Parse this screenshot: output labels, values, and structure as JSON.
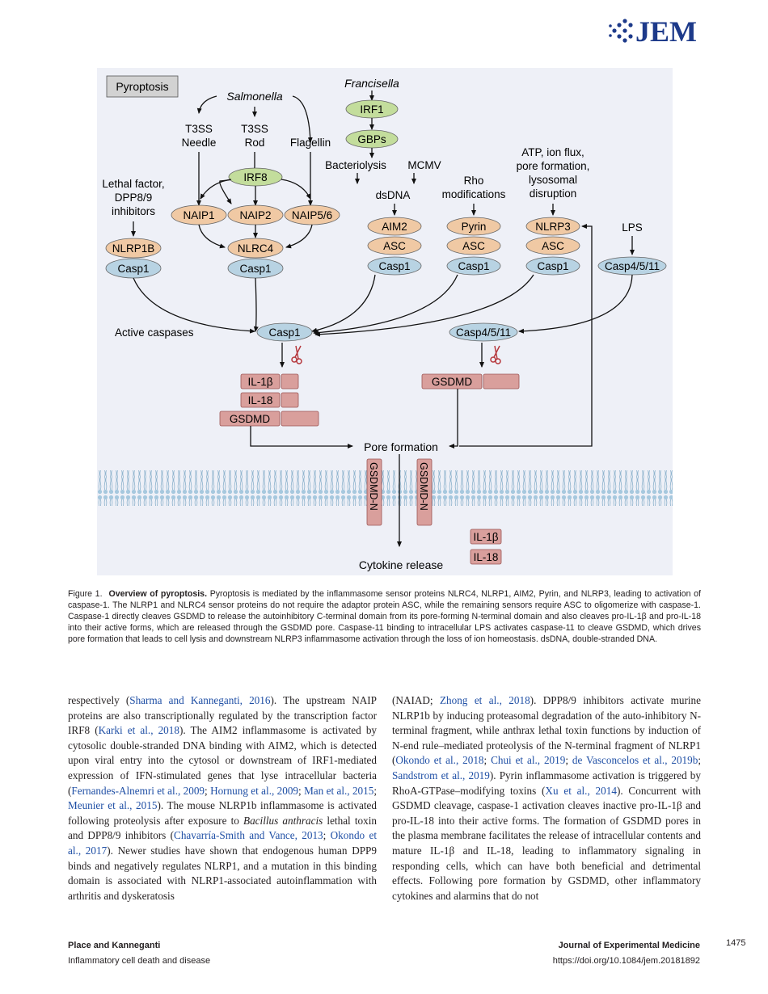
{
  "journal": {
    "logo_text": "JEM",
    "logo_color": "#1d3a8a"
  },
  "figure": {
    "pyroptosis_box": "Pyroptosis",
    "salmonella": "Salmonella",
    "t3ss_needle_1": "T3SS",
    "t3ss_needle_2": "Needle",
    "t3ss_rod_1": "T3SS",
    "t3ss_rod_2": "Rod",
    "flagellin": "Flagellin",
    "francisella": "Francisella",
    "irf1": "IRF1",
    "gbps": "GBPs",
    "bacteriolysis": "Bacteriolysis",
    "mcmv": "MCMV",
    "dsdna": "dsDNA",
    "rho_1": "Rho",
    "rho_2": "modifications",
    "atp_1": "ATP, ion flux,",
    "atp_2": "pore formation,",
    "atp_3": "lysosomal",
    "atp_4": "disruption",
    "lps": "LPS",
    "lethal_1": "Lethal factor,",
    "lethal_2": "DPP8/9",
    "lethal_3": "inhibitors",
    "irf8": "IRF8",
    "naip1": "NAIP1",
    "naip2": "NAIP2",
    "naip56": "NAIP5/6",
    "nlrc4": "NLRC4",
    "nlrp1b": "NLRP1B",
    "aim2": "AIM2",
    "pyrin": "Pyrin",
    "nlrp3": "NLRP3",
    "asc": "ASC",
    "casp1": "Casp1",
    "casp4511": "Casp4/5/11",
    "active_caspases": "Active caspases",
    "il1b": "IL-1β",
    "il18": "IL-18",
    "gsdmd": "GSDMD",
    "pore_formation": "Pore formation",
    "gsdmd_n": "GSDMD-N",
    "cytokine_release": "Cytokine release",
    "colors": {
      "background": "#eef0f7",
      "salmon": "#f0c9a4",
      "green": "#c3dd9c",
      "blue": "#b8d3e3",
      "pink_box": "#d99f9c",
      "pink_stroke": "#9c5554",
      "membrane": "#a6c8de",
      "scissors": "#b5373c"
    }
  },
  "caption": {
    "label": "Figure 1.",
    "title": "Overview of pyroptosis.",
    "body": "Pyroptosis is mediated by the inflammasome sensor proteins NLRC4, NLRP1, AIM2, Pyrin, and NLRP3, leading to activation of caspase-1. The NLRP1 and NLRC4 sensor proteins do not require the adaptor protein ASC, while the remaining sensors require ASC to oligomerize with caspase-1. Caspase-1 directly cleaves GSDMD to release the autoinhibitory C-terminal domain from its pore-forming N-terminal domain and also cleaves pro-IL-1β and pro-IL-18 into their active forms, which are released through the GSDMD pore. Caspase-11 binding to intracellular LPS activates caspase-11 to cleave GSDMD, which drives pore formation that leads to cell lysis and downstream NLRP3 inflammasome activation through the loss of ion homeostasis. dsDNA, double-stranded DNA."
  },
  "left_column": {
    "t1": "respectively (",
    "r1": "Sharma and Kanneganti, 2016",
    "t2": "). The upstream NAIP proteins are also transcriptionally regulated by the transcription factor IRF8 (",
    "r2": "Karki et al., 2018",
    "t3": "). The AIM2 inflammasome is activated by cytosolic double-stranded DNA binding with AIM2, which is detected upon viral entry into the cytosol or downstream of IRF1-mediated expression of IFN-stimulated genes that lyse intracellular bacteria (",
    "r3": "Fernandes-Alnemri et al., 2009",
    "t4": "; ",
    "r4": "Hornung et al., 2009",
    "t5": "; ",
    "r5": "Man et al., 2015",
    "t6": "; ",
    "r6": "Meunier et al., 2015",
    "t7": "). The mouse NLRP1b inflammasome is activated following proteolysis after exposure to ",
    "i1": "Bacillus anthracis",
    "t8": " lethal toxin and DPP8/9 inhibitors (",
    "r7": "Chavarría-Smith and Vance, 2013",
    "t9": "; ",
    "r8": "Okondo et al., 2017",
    "t10": "). Newer studies have shown that endogenous human DPP9 binds and negatively regulates NLRP1, and a mutation in this binding domain is associated with NLRP1-associated autoinflammation with arthritis and dyskeratosis"
  },
  "right_column": {
    "t1": "(NAIAD; ",
    "r1": "Zhong et al., 2018",
    "t2": "). DPP8/9 inhibitors activate murine NLRP1b by inducing proteasomal degradation of the auto-inhibitory N-terminal fragment, while anthrax lethal toxin functions by induction of N-end rule–mediated proteolysis of the N-terminal fragment of NLRP1 (",
    "r2": "Okondo et al., 2018",
    "t3": "; ",
    "r3": "Chui et al., 2019",
    "t4": "; ",
    "r4": "de Vasconcelos et al., 2019b",
    "t5": "; ",
    "r5": "Sandstrom et al., 2019",
    "t6": "). Pyrin inflammasome activation is triggered by RhoA-GTPase–modifying toxins (",
    "r6": "Xu et al., 2014",
    "t7": "). Concurrent with GSDMD cleavage, caspase-1 activation cleaves inactive pro-IL-1β and pro-IL-18 into their active forms. The formation of GSDMD pores in the plasma membrane facilitates the release of intracellular contents and mature IL-1β and IL-18, leading to inflammatory signaling in responding cells, which can have both beneficial and detrimental effects. Following pore formation by GSDMD, other inflammatory cytokines and alarmins that do not"
  },
  "footer": {
    "authors": "Place and Kanneganti",
    "article_title": "Inflammatory cell death and disease",
    "journal_name": "Journal of Experimental Medicine",
    "doi": "https://doi.org/10.1084/jem.20181892",
    "page": "1475"
  }
}
